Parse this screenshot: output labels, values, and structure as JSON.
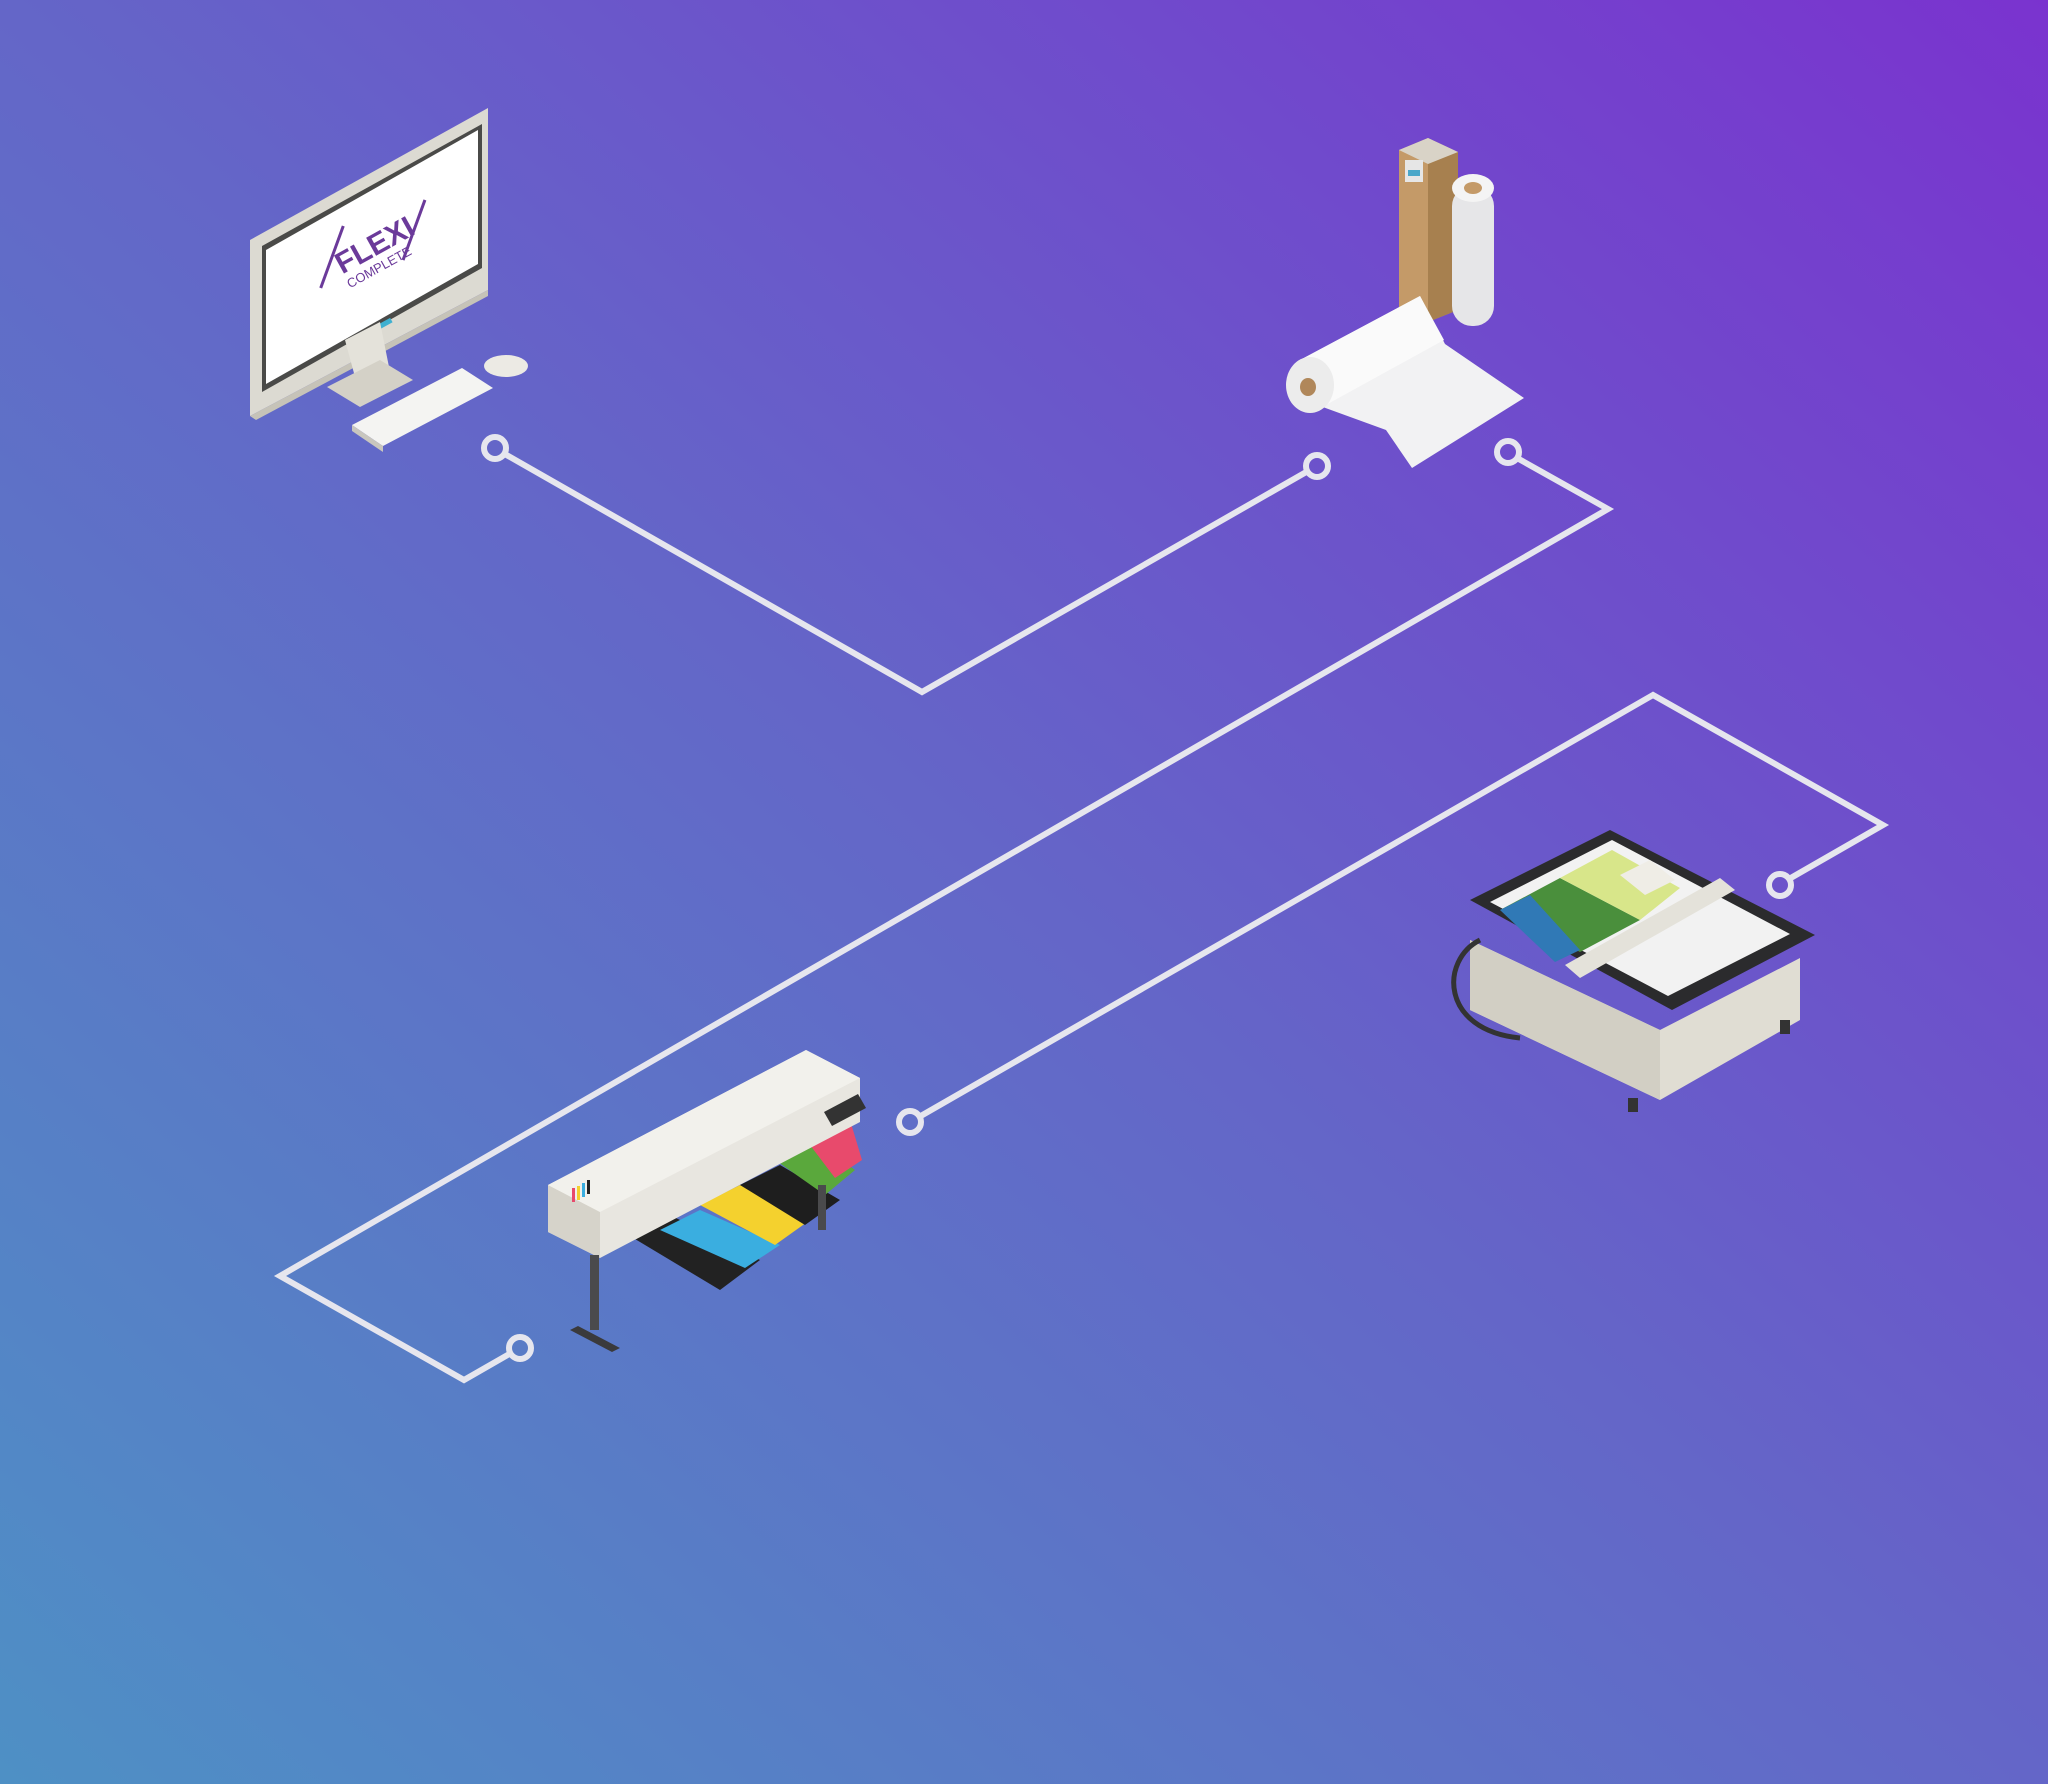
{
  "colors": {
    "background_start": "#4e90c5",
    "background_mid": "#6466c8",
    "background_end": "#7a33cf",
    "connector": "#e6e6ee",
    "logo": "#6b3a9a"
  },
  "nodes": [
    {
      "id": "computer",
      "icon": "desktop-computer-icon"
    },
    {
      "id": "media",
      "icon": "media-rolls-icon"
    },
    {
      "id": "printer",
      "icon": "wide-format-printer-icon"
    },
    {
      "id": "cutter",
      "icon": "flatbed-cutter-icon"
    }
  ],
  "edges": [
    {
      "from": "computer",
      "to": "media"
    },
    {
      "from": "media",
      "to": "printer"
    },
    {
      "from": "printer",
      "to": "cutter"
    }
  ],
  "screen_logo": {
    "line1": "FLEXI",
    "line2": "COMPLETE"
  }
}
